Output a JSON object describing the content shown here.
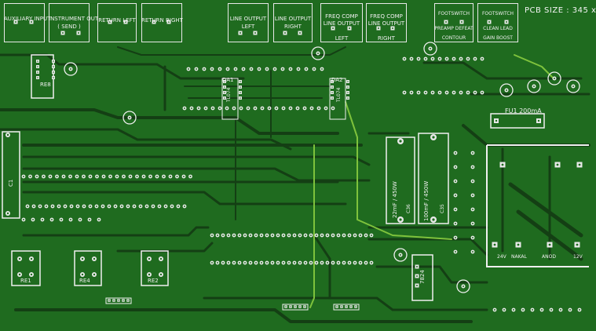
{
  "board": {
    "pcb_size_label": "PCB SIZE : 345 x",
    "colors": {
      "board": "#1f6b1f",
      "trace": "#143f14",
      "trace_highlight": "#7ec23c",
      "silk": "#f0f0f0",
      "pad": "#e9e9e9",
      "drill": "#1f6b1f"
    }
  },
  "connectors": [
    {
      "id": "aux",
      "line1": "AUXILIARY INPUT",
      "line2": ""
    },
    {
      "id": "inst",
      "line1": "INSTRUMENT OUT",
      "line2": "( SEND )"
    },
    {
      "id": "retl",
      "line1": "RETURN LEFT",
      "line2": ""
    },
    {
      "id": "retr",
      "line1": "RETURN RIGHT",
      "line2": ""
    },
    {
      "id": "lol",
      "line1": "LINE OUTPUT",
      "line2": "LEFT"
    },
    {
      "id": "lor",
      "line1": "LINE OUTPUT",
      "line2": "RIGHT"
    },
    {
      "id": "fcl",
      "line1": "FREQ COMP",
      "line2": "LINE OUTPUT"
    },
    {
      "id": "fcr",
      "line1": "FREQ COMP",
      "line2": "LINE OUTPUT"
    }
  ],
  "connector_sub": {
    "fcl": "LEFT",
    "fcr": "RIGHT"
  },
  "footswitch": [
    {
      "top": "FOOTSWITCH",
      "mid": "PREAMP DEFEAT",
      "bottom": "CONTOUR"
    },
    {
      "top": "FOOTSWITCH",
      "mid": "CLEAN LEAD",
      "bottom": "GAIN BOOST"
    }
  ],
  "components": {
    "re8": "RE8",
    "re1": "RE1",
    "re4": "RE4",
    "re2": "RE2",
    "c1": "C1",
    "c36": "C36",
    "c35": "C35",
    "c36_val": "22mF / 450W",
    "c35_val": "100mF / 450W",
    "da1": "DA1",
    "da2": "DA2",
    "tl074_1": "TL074",
    "tl074_2": "TL074",
    "fuse": "FU1  200mA",
    "v7824": "7824",
    "v24": "24V",
    "nakal": "NAKAL",
    "anod": "ANOD",
    "v12": "12V"
  }
}
